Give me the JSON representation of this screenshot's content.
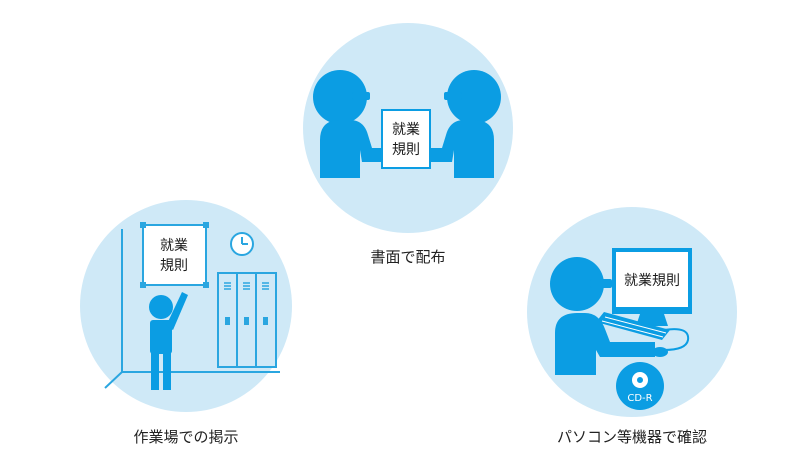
{
  "scenes": {
    "written": {
      "caption": "書面で配布",
      "doc_line1": "就業",
      "doc_line2": "規則"
    },
    "posted": {
      "caption": "作業場での掲示",
      "doc_line1": "就業",
      "doc_line2": "規則"
    },
    "computer": {
      "caption": "パソコン等機器で確認",
      "screen_text": "就業規則",
      "cd_label": "CD-R"
    }
  },
  "colors": {
    "circle": "#cfe9f7",
    "figure": "#0b9de3",
    "outline": "#2aa6e0",
    "white": "#ffffff"
  }
}
